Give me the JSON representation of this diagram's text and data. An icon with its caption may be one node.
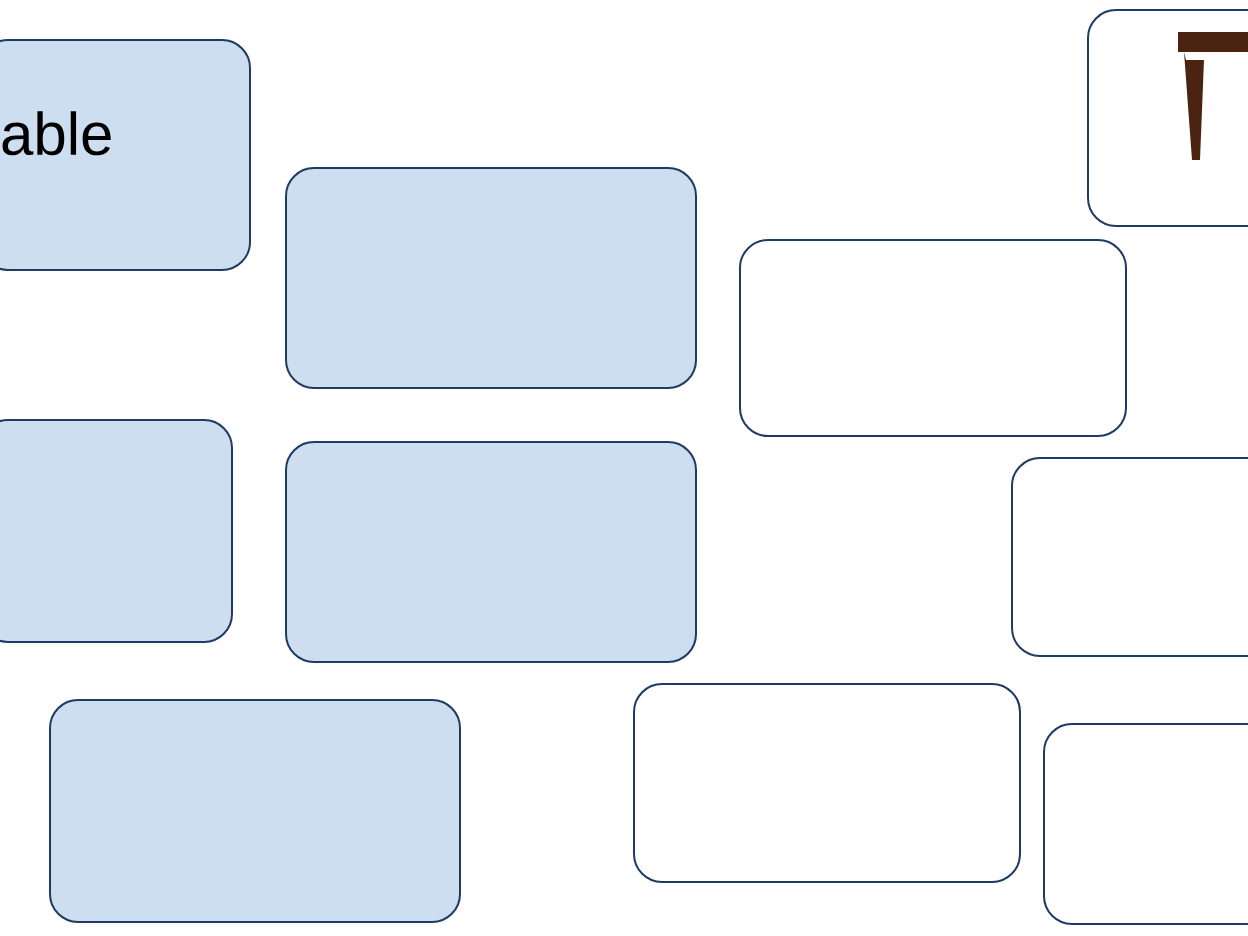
{
  "diagram": {
    "nodes": [
      {
        "text": [
          "able"
        ]
      },
      {
        "text": [],
        "shape": "box"
      },
      {
        "text": [],
        "shape": "box"
      },
      {
        "text": [],
        "shape": "box"
      },
      {
        "text": [],
        "shape": "box"
      },
      {
        "text": [],
        "shape": "box"
      },
      {
        "text": [],
        "shape": "box"
      },
      {
        "text": [],
        "shape": "box"
      },
      {
        "text": [],
        "shape": "box"
      },
      {
        "text": [],
        "shape": "box"
      }
    ]
  }
}
